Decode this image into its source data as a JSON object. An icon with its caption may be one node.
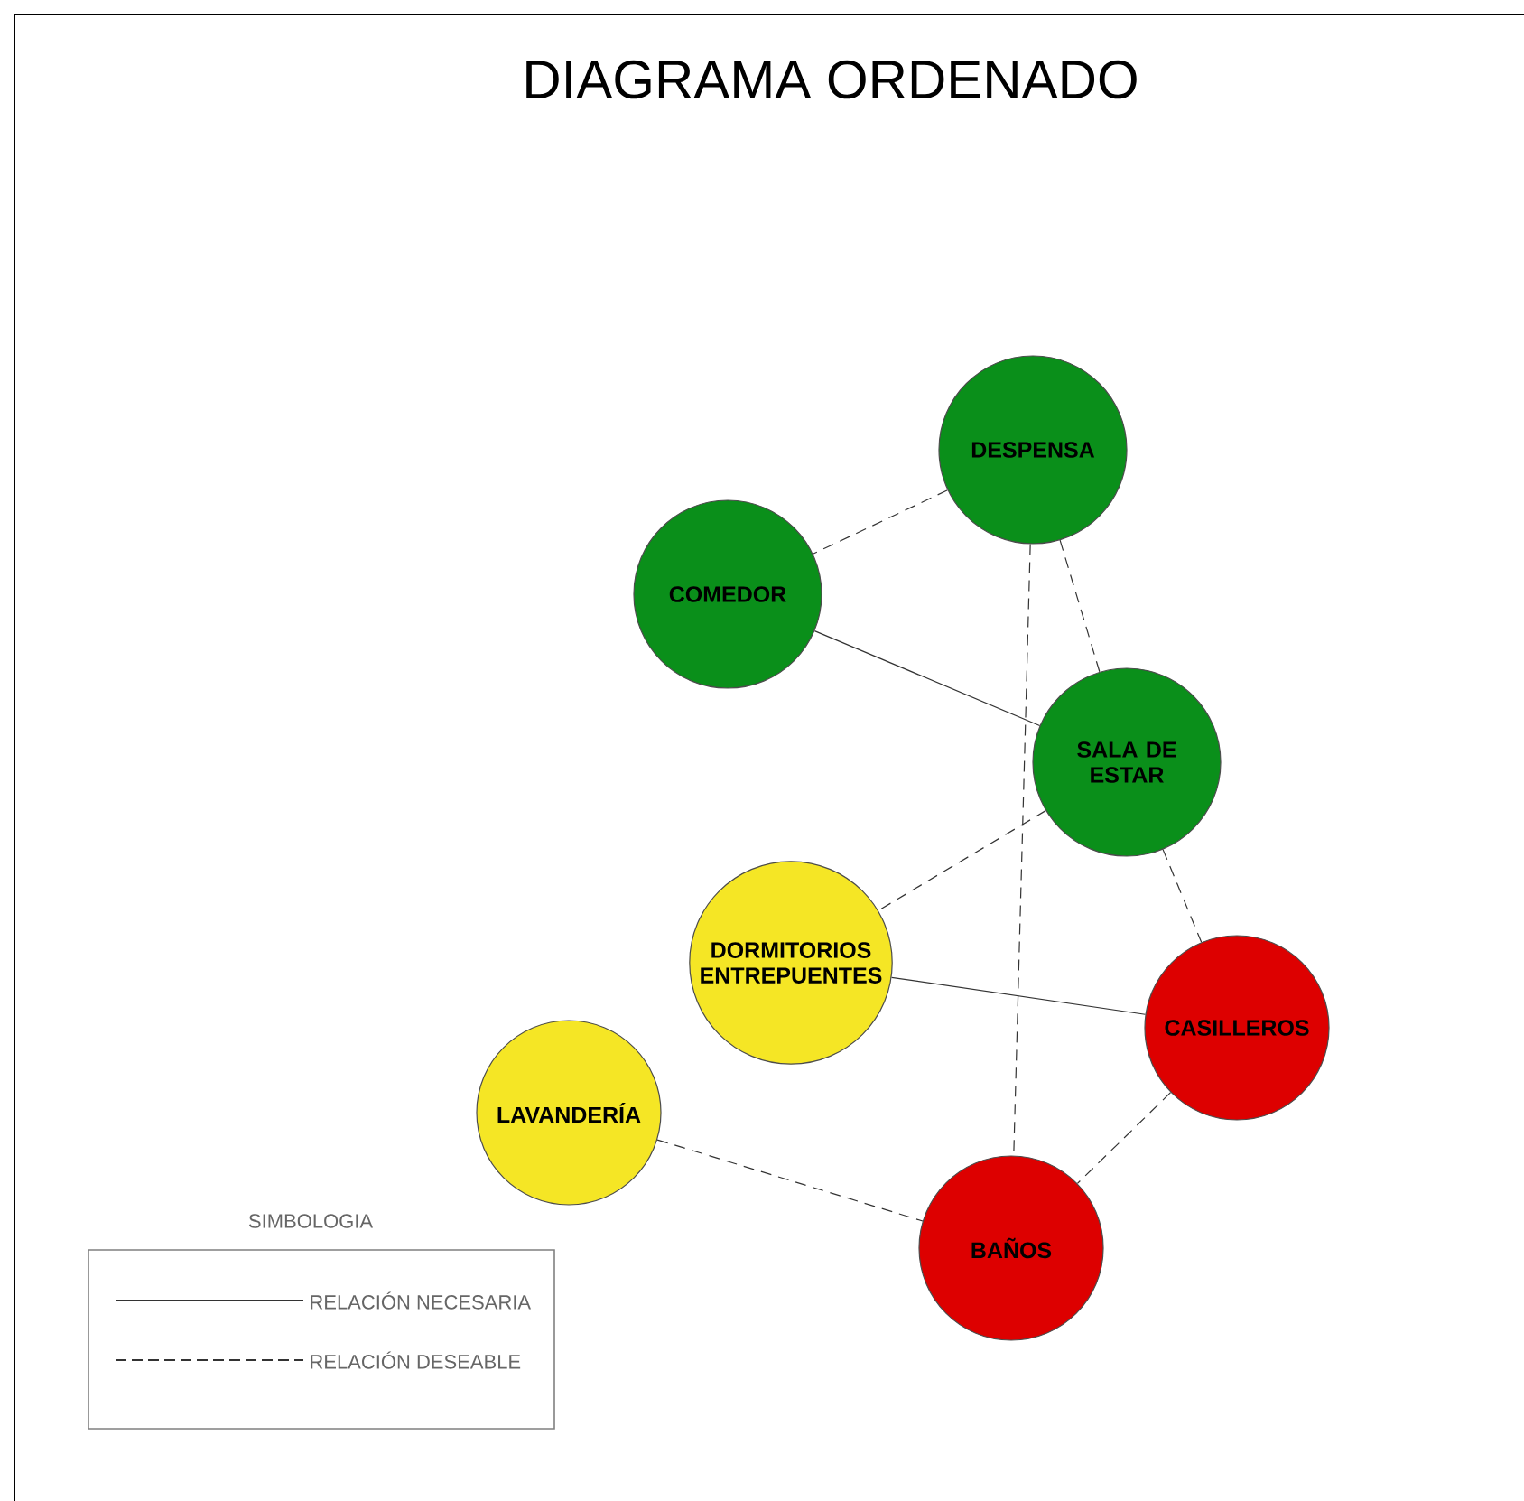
{
  "diagram": {
    "title": "DIAGRAMA ORDENADO",
    "nodes": [
      {
        "text": [
          "DESPENSA"
        ]
      },
      {
        "text": [
          "COMEDOR"
        ]
      },
      {
        "text": [
          "SALA DE ESTAR"
        ]
      },
      {
        "text": [
          "DORMITORIOS ENTREPUENTES"
        ]
      },
      {
        "text": [
          "CASILLEROS"
        ]
      },
      {
        "text": [
          "LAVANDERÍA"
        ]
      },
      {
        "text": [
          "BAÑOS"
        ]
      }
    ],
    "edges": [
      {
        "from": 0,
        "to": 1,
        "arrow": "none",
        "style": "dashed"
      },
      {
        "from": 1,
        "to": 2,
        "arrow": "none"
      },
      {
        "from": 0,
        "to": 2,
        "arrow": "none",
        "style": "dashed"
      },
      {
        "from": 0,
        "to": 6,
        "arrow": "none",
        "style": "dashed"
      },
      {
        "from": 2,
        "to": 3,
        "arrow": "none",
        "style": "dashed"
      },
      {
        "from": 2,
        "to": 4,
        "arrow": "none",
        "style": "dashed"
      },
      {
        "from": 3,
        "to": 4,
        "arrow": "none"
      },
      {
        "from": 4,
        "to": 6,
        "arrow": "none",
        "style": "dashed"
      },
      {
        "from": 5,
        "to": 6,
        "arrow": "none",
        "style": "dashed"
      }
    ],
    "labels": [
      "SIMBOLOGIA"
    ],
    "legend": [
      {
        "text": "RELACIÓN NECESARIA"
      },
      {
        "text": "RELACIÓN DESEABLE"
      }
    ]
  }
}
